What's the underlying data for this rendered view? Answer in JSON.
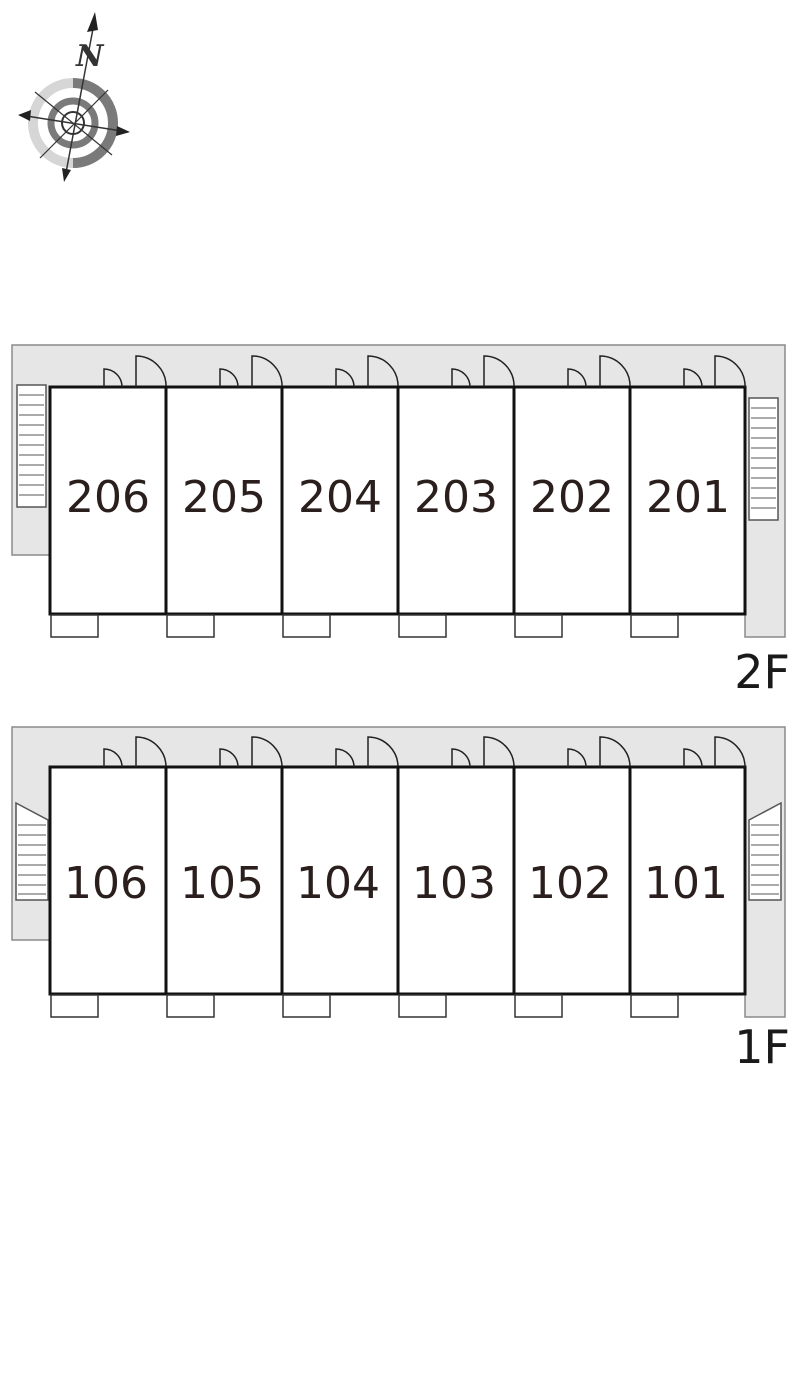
{
  "compass": {
    "north_label": "N"
  },
  "floors": [
    {
      "label": "2F",
      "units": [
        "206",
        "205",
        "204",
        "203",
        "202",
        "201"
      ]
    },
    {
      "label": "1F",
      "units": [
        "106",
        "105",
        "104",
        "103",
        "102",
        "101"
      ]
    }
  ],
  "colors": {
    "corridor": "#e6e6e6",
    "wall": "#111111",
    "text": "#2a1f1d"
  }
}
